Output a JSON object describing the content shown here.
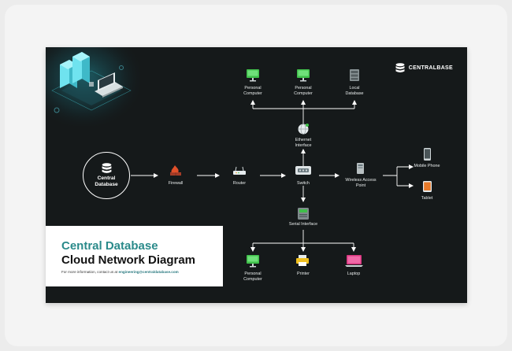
{
  "brand": {
    "name": "CENTRALBASE"
  },
  "center_node": {
    "label": "Central\nDatabase"
  },
  "title_card": {
    "line1": "Central Database",
    "line2": "Cloud Network Diagram",
    "contact_prefix": "For more information, contact us at",
    "contact_email": "engineering@centraldatabase.com"
  },
  "nodes": {
    "pc_top_left": "Personal\nComputer",
    "pc_top_mid": "Personal\nComputer",
    "local_db": "Local\nDatabase",
    "ethernet": "Ethernet\nInterface",
    "firewall": "Firewall",
    "router": "Router",
    "switch": "Switch",
    "wap": "Wireless Access\nPoint",
    "mobile": "Mobile Phone",
    "tablet": "Tablet",
    "serial": "Serial Interface",
    "pc_bottom": "Personal\nComputer",
    "printer": "Printer",
    "laptop": "Laptop"
  },
  "colors": {
    "background": "#15191a",
    "accent_teal": "#2a8a8a",
    "monitor_green": "#3fbf4a",
    "firewall_red": "#e0502a",
    "laptop_pink": "#d8357e",
    "tablet_orange": "#e87a2a",
    "printer_yellow": "#f0c020"
  },
  "icons": {
    "brand": "database-icon",
    "center": "database-icon",
    "firewall": "firewall-icon",
    "router": "router-icon",
    "switch": "switch-icon",
    "ethernet": "globe-icon",
    "wap": "access-point-icon",
    "mobile": "mobile-phone-icon",
    "tablet": "tablet-icon",
    "serial": "serial-device-icon",
    "pc": "monitor-icon",
    "local_db": "server-icon",
    "printer": "printer-icon",
    "laptop": "laptop-icon"
  }
}
